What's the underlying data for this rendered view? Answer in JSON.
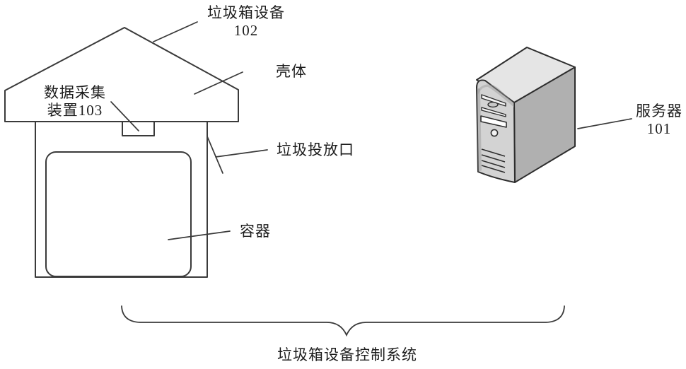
{
  "figure_type": "patent-diagram",
  "labels": {
    "bin_device_line1": "垃圾箱设备",
    "bin_device_line2": "102",
    "housing": "壳体",
    "data_collection_line1": "数据采集",
    "data_collection_line2": "装置103",
    "opening": "垃圾投放口",
    "container": "容器",
    "server_line1": "服务器",
    "server_line2": "101",
    "system": "垃圾箱设备控制系统"
  },
  "icons": {
    "server": "server-tower-3d-icon",
    "trash_bin": "trash-bin-outline-icon",
    "brace": "curly-brace-horizontal"
  },
  "colors": {
    "background": "#ffffff",
    "line": "#3a3a3a",
    "text": "#1c1c1c",
    "server_top": "#e5e5e5",
    "server_front": "#d3d3d3",
    "server_side": "#b0b0b0",
    "server_bay": "#ffffff",
    "server_oval": "#c9c9c9"
  }
}
